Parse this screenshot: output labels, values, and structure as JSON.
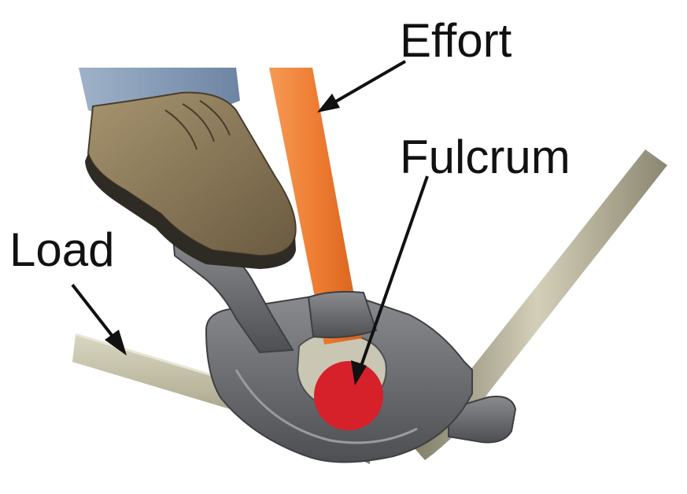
{
  "labels": {
    "effort": "Effort",
    "fulcrum": "Fulcrum",
    "load": "Load"
  },
  "colors": {
    "handle": "#ee7d33",
    "fulcrum_dot": "#d6202a",
    "bender_body": "#6f7074",
    "pipe": "#b9b59c",
    "boot": "#8c7b5d",
    "jeans": "#8aa0bd",
    "arrow": "#111111",
    "text": "#111111"
  }
}
